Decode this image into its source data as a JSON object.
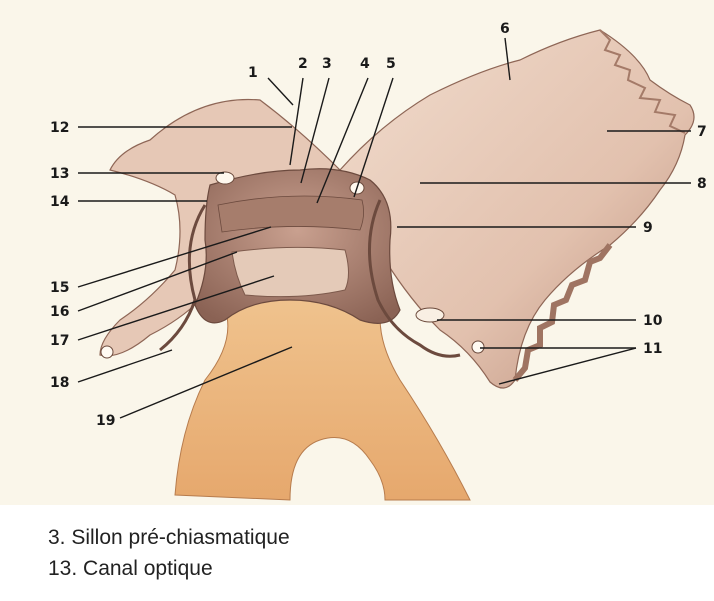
{
  "labels": [
    "1",
    "2",
    "3",
    "4",
    "5",
    "6",
    "7",
    "8",
    "9",
    "10",
    "11",
    "12",
    "13",
    "14",
    "15",
    "16",
    "17",
    "18",
    "19"
  ],
  "legend": [
    "3. Sillon pré-chiasmatique",
    "13. Canal optique"
  ],
  "colors": {
    "background": "#faf6ea",
    "bone_light": "#ecd3c2",
    "bone_mid": "#c79e8c",
    "bone_dark": "#7a5548",
    "clivus": "#e9b27c"
  }
}
